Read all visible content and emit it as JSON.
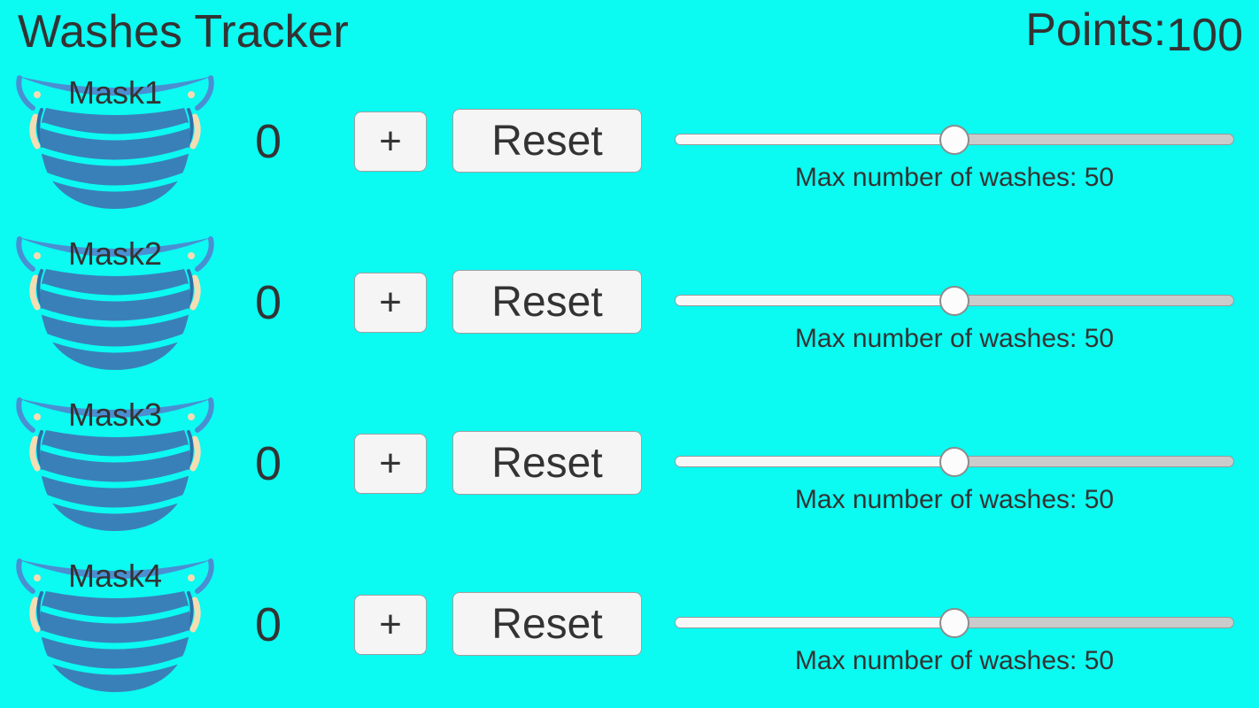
{
  "header": {
    "title": "Washes Tracker",
    "points_label": "Points:",
    "points_value": "100"
  },
  "colors": {
    "background": "#0bfaf2",
    "text": "#333333",
    "mask_body": "#3a80b8",
    "mask_band": "#4a8fd2",
    "mask_strap": "#2e6da8",
    "mask_ear": "#f4ddb3",
    "button_bg": "#f5f5f5",
    "button_border": "#a0a0a0",
    "slider_fill": "#f7f7f7",
    "slider_track": "#cbcbcb",
    "slider_thumb": "#fcfcfc"
  },
  "rows": [
    {
      "label": "Mask1",
      "count": "0",
      "plus_label": "+",
      "reset_label": "Reset",
      "slider_percent": 50,
      "max_label": "Max number of washes: 50"
    },
    {
      "label": "Mask2",
      "count": "0",
      "plus_label": "+",
      "reset_label": "Reset",
      "slider_percent": 50,
      "max_label": "Max number of washes: 50"
    },
    {
      "label": "Mask3",
      "count": "0",
      "plus_label": "+",
      "reset_label": "Reset",
      "slider_percent": 50,
      "max_label": "Max number of washes: 50"
    },
    {
      "label": "Mask4",
      "count": "0",
      "plus_label": "+",
      "reset_label": "Reset",
      "slider_percent": 50,
      "max_label": "Max number of washes: 50"
    }
  ]
}
